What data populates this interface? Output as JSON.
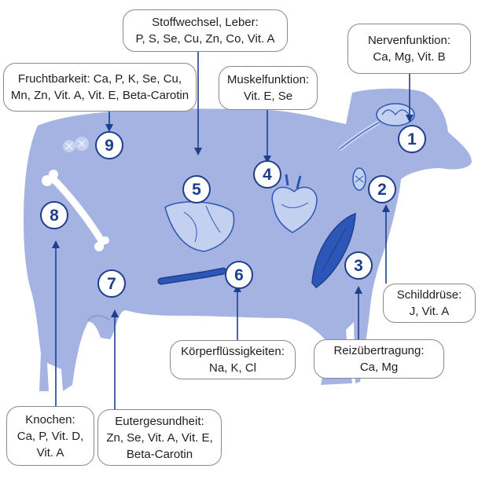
{
  "colors": {
    "body": "#a4b3e1",
    "accent": "#1e3f8c",
    "organ": "#2c56b8",
    "box_border": "#8a8a8a"
  },
  "organs": [
    {
      "number": "1",
      "icon": "brain-icon"
    },
    {
      "number": "2",
      "icon": "thyroid-icon"
    },
    {
      "number": "3",
      "icon": "muscle-icon"
    },
    {
      "number": "4",
      "icon": "heart-icon"
    },
    {
      "number": "5",
      "icon": "liver-icon"
    },
    {
      "number": "6",
      "icon": "blood-vessel-icon"
    },
    {
      "number": "7",
      "icon": "udder-icon"
    },
    {
      "number": "8",
      "icon": "bone-icon"
    },
    {
      "number": "9",
      "icon": "ovary-icon"
    }
  ],
  "labels": {
    "stoffwechsel": {
      "line1": "Stoffwechsel, Leber:",
      "line2": "P, S, Se, Cu, Zn, Co, Vit. A"
    },
    "nerven": {
      "line1": "Nervenfunktion:",
      "line2": "Ca, Mg, Vit. B"
    },
    "frucht": {
      "line1": "Fruchtbarkeit: Ca, P, K, Se, Cu,",
      "line2": "Mn, Zn, Vit. A, Vit. E, Beta-Carotin"
    },
    "muskel": {
      "line1": "Muskelfunktion:",
      "line2": "Vit. E, Se"
    },
    "schild": {
      "line1": "Schilddrüse:",
      "line2": "J, Vit. A"
    },
    "reiz": {
      "line1": "Reizübertragung:",
      "line2": "Ca, Mg"
    },
    "koerper": {
      "line1": "Körperflüssigkeiten:",
      "line2": "Na, K, Cl"
    },
    "knochen": {
      "line1": "Knochen:",
      "line2": "Ca, P, Vit. D,",
      "line3": "Vit. A"
    },
    "euter": {
      "line1": "Eutergesundheit:",
      "line2": "Zn, Se, Vit. A, Vit. E,",
      "line3": "Beta-Carotin"
    }
  }
}
